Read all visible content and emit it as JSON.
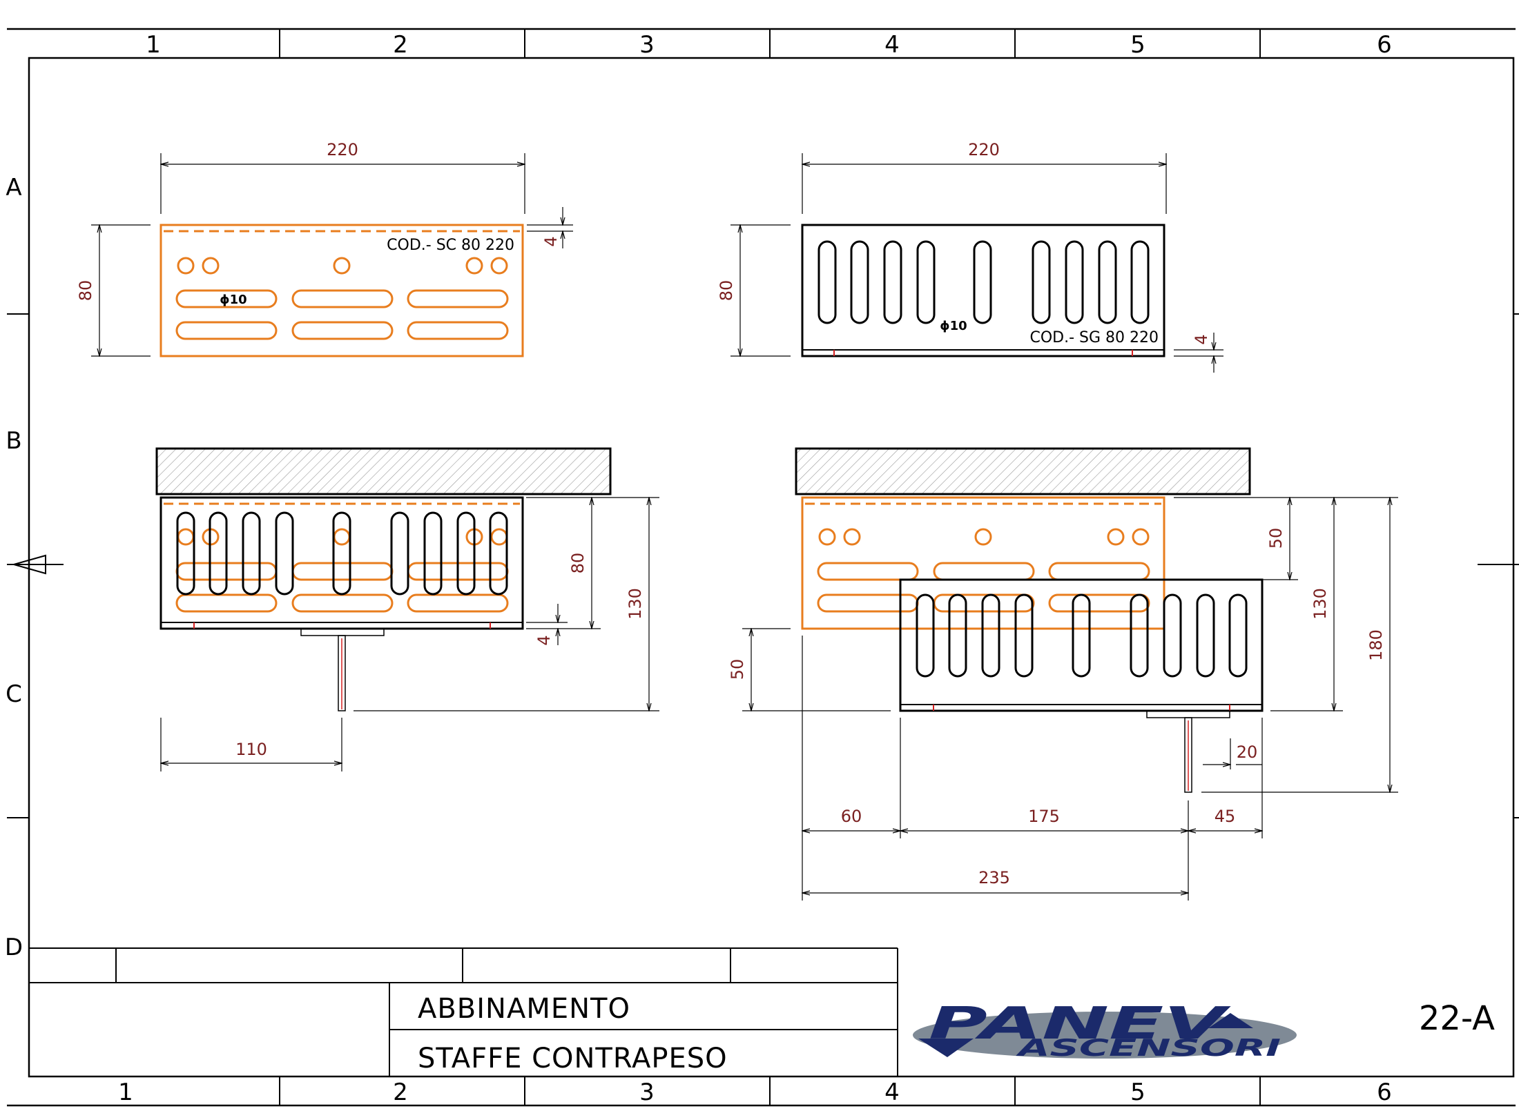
{
  "colors": {
    "bracket_orange": "#e87d1e",
    "dimension_text": "#7a2020",
    "logo_blue": "#1b2a6b",
    "logo_grey": "#7f8a96"
  },
  "grid": {
    "columns": [
      "1",
      "2",
      "3",
      "4",
      "5",
      "6"
    ],
    "rows": [
      "A",
      "B",
      "C",
      "D"
    ]
  },
  "view_sc": {
    "code": "COD.- SC 80 220",
    "hole_label": "ϕ10",
    "dim_width": "220",
    "dim_height": "80",
    "dim_thickness": "4"
  },
  "view_sg": {
    "code": "COD.- SG 80 220",
    "hole_label": "ϕ10",
    "dim_width": "220",
    "dim_height": "80",
    "dim_thickness": "4"
  },
  "view_assembly_left": {
    "dim_height": "80",
    "dim_total": "130",
    "dim_thickness": "4",
    "dim_offset": "110"
  },
  "view_assembly_right": {
    "dim_top": "50",
    "dim_mid": "130",
    "dim_total": "180",
    "dim_left": "50",
    "dim_rod": "20",
    "dim_a": "60",
    "dim_b": "175",
    "dim_c": "45",
    "dim_overall": "235"
  },
  "title_block": {
    "title_line1": "ABBINAMENTO",
    "title_line2": "STAFFE CONTRAPESO",
    "sheet_id": "22-A",
    "logo_brand": "PANEV",
    "logo_sub": "ASCENSORI"
  }
}
